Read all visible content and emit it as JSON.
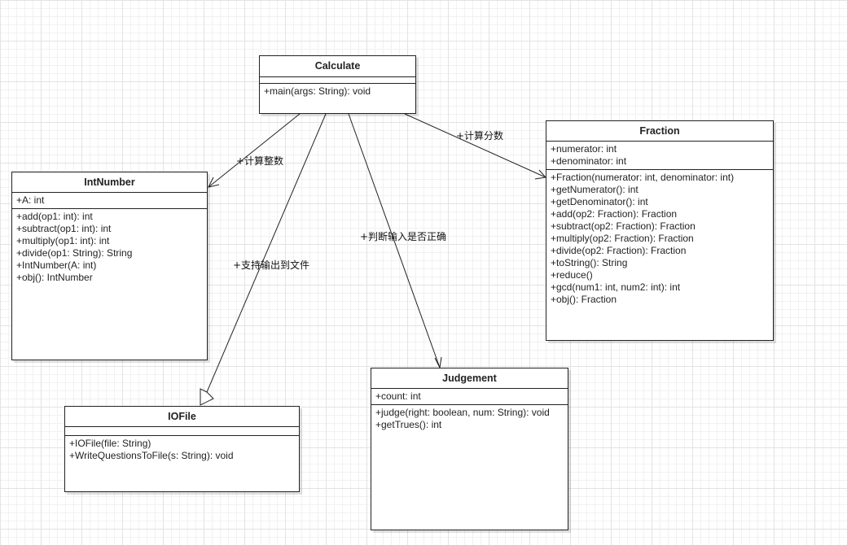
{
  "classes": {
    "calculate": {
      "name": "Calculate",
      "attributes": [],
      "operations": [
        "+main(args: String): void"
      ]
    },
    "intnumber": {
      "name": "IntNumber",
      "attributes": [
        "+A: int"
      ],
      "operations": [
        "+add(op1: int): int",
        "+subtract(op1: int): int",
        "+multiply(op1: int): int",
        "+divide(op1: String): String",
        "+IntNumber(A: int)",
        "+obj(): IntNumber"
      ]
    },
    "fraction": {
      "name": "Fraction",
      "attributes": [
        "+numerator: int",
        "+denominator: int"
      ],
      "operations": [
        "+Fraction(numerator: int, denominator: int)",
        "+getNumerator(): int",
        "+getDenominator(): int",
        "+add(op2: Fraction): Fraction",
        "+subtract(op2: Fraction): Fraction",
        "+multiply(op2: Fraction): Fraction",
        "+divide(op2: Fraction): Fraction",
        "+toString(): String",
        "+reduce()",
        "+gcd(num1: int, num2: int): int",
        "+obj(): Fraction"
      ]
    },
    "iofile": {
      "name": "IOFile",
      "attributes": [],
      "operations": [
        "+IOFile(file: String)",
        "+WriteQuestionsToFile(s: String): void"
      ]
    },
    "judgement": {
      "name": "Judgement",
      "attributes": [
        "+count: int"
      ],
      "operations": [
        "+judge(right: boolean, num: String): void",
        "+getTrues(): int"
      ]
    }
  },
  "relations": {
    "to_intnumber": "+计算整数",
    "to_fraction": "+计算分数",
    "to_iofile": "+支持输出到文件",
    "to_judgement": "+判断输入是否正确"
  }
}
